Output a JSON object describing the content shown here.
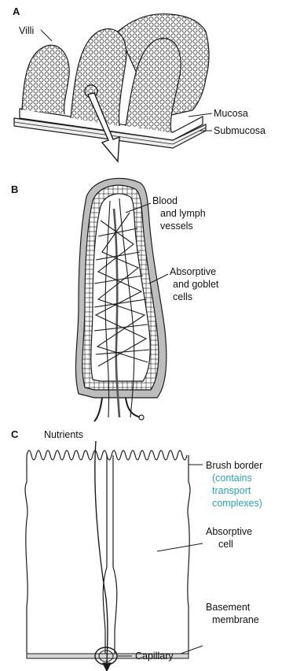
{
  "panel_a": {
    "letter": "A",
    "villi_label": "Villi",
    "mucosa_label": "Mucosa",
    "submucosa_label": "Submucosa"
  },
  "panel_b": {
    "letter": "B",
    "vessels_label_line1": "Blood",
    "vessels_label_line2": "and lymph",
    "vessels_label_line3": "vessels",
    "cells_label_line1": "Absorptive",
    "cells_label_line2": "and goblet",
    "cells_label_line3": "cells"
  },
  "panel_c": {
    "letter": "C",
    "nutrients_label": "Nutrients",
    "brush_border_label": "Brush border",
    "brush_note_line1": "(contains",
    "brush_note_line2": "transport",
    "brush_note_line3": "complexes)",
    "absorptive_label_line1": "Absorptive",
    "absorptive_label_line2": "cell",
    "basement_label_line1": "Basement",
    "basement_label_line2": "membrane",
    "capillary_label": "Capillary"
  },
  "colors": {
    "ink": "#1a1a1a",
    "shade": "#bdbdbd",
    "membrane": "#d6d6d6",
    "note_teal": "#2aa3b8"
  }
}
